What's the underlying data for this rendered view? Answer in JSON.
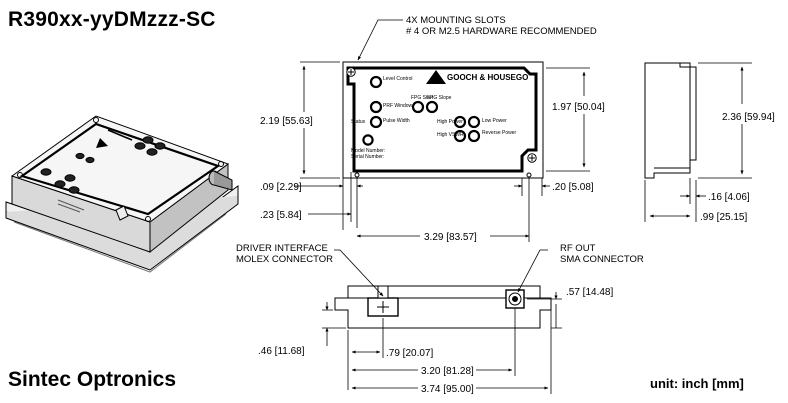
{
  "title": "R390xx-yyDMzzz-SC",
  "company": "Sintec Optronics",
  "units": "unit: inch [mm]",
  "notes": {
    "mounting_line1": "4X MOUNTING SLOTS",
    "mounting_line2": "# 4 OR M2.5 HARDWARE RECOMMENDED",
    "driver_line1": "DRIVER INTERFACE",
    "driver_line2": "MOLEX CONNECTOR",
    "rf_line1": "RF OUT",
    "rf_line2": "SMA CONNECTOR"
  },
  "top_view": {
    "brand": "GOOCH & HOUSEGO",
    "labels": {
      "level_control": "Level Control",
      "prf_window": "PRF Window",
      "pulse_width": "Pulse Width",
      "status": "Status",
      "fpg_start": "FPG Start",
      "fpg_slope": "FPG Slope",
      "high_power": "High Power",
      "high_vswr": "High VSWR",
      "low_power": "Low Power",
      "reverse_power": "Reverse Power",
      "model_number": "Model Number:",
      "serial_number": "Serial Number:"
    }
  },
  "dimensions": {
    "height_219": "2.19 [55.63]",
    "height_197": "1.97 [50.04]",
    "slot_009": ".09 [2.29]",
    "slot_023": ".23 [5.84]",
    "width_329": "3.29 [83.57]",
    "offset_020": ".20 [5.08]",
    "height_236": "2.36 [59.94]",
    "side_016": ".16 [4.06]",
    "side_099": ".99 [25.15]",
    "rf_057": ".57 [14.48]",
    "front_046": ".46 [11.68]",
    "molex_079": ".79 [20.07]",
    "width_320": "3.20 [81.28]",
    "width_374": "3.74 [95.00]"
  }
}
